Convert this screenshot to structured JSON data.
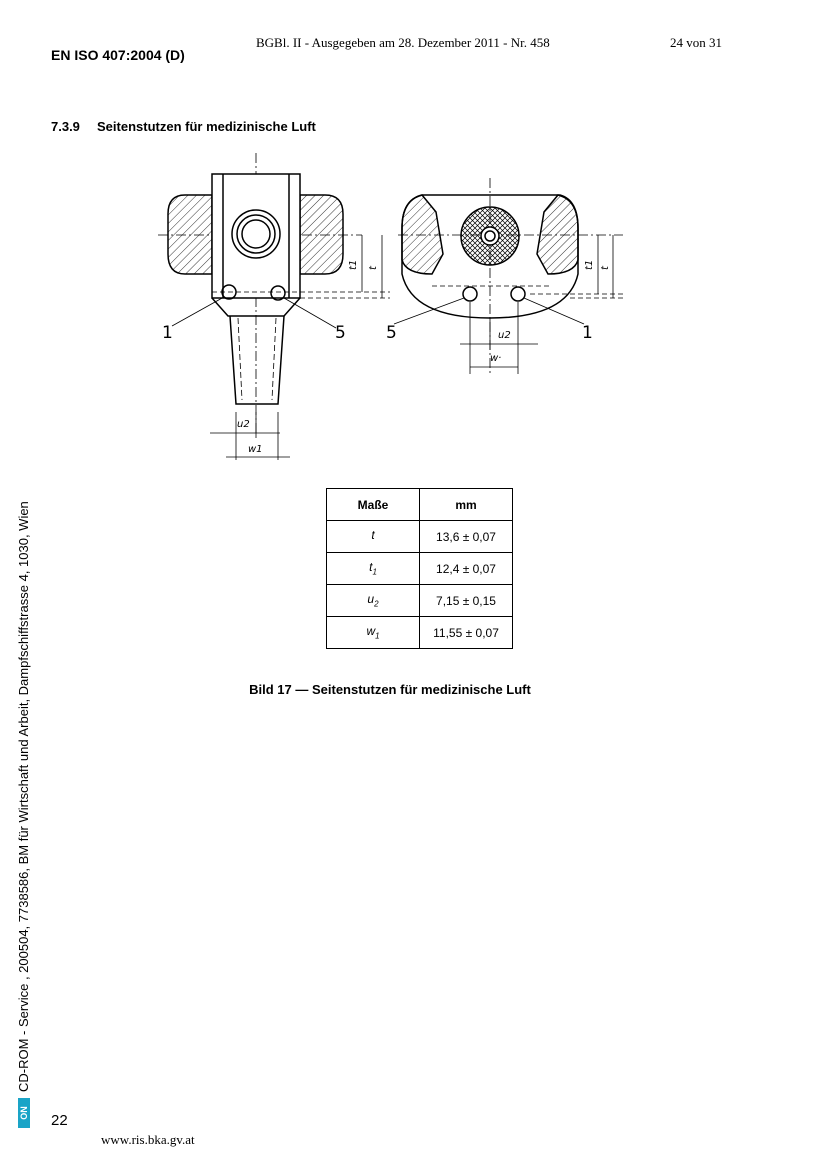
{
  "header": {
    "gazette": "BGBl. II - Ausgegeben am 28. Dezember 2011 - Nr. 458",
    "page_of": "24 von 31",
    "doc_id": "EN ISO 407:2004 (D)"
  },
  "section": {
    "number": "7.3.9",
    "title": "Seitenstutzen für medizinische Luft"
  },
  "figure": {
    "left_labels": {
      "item1": "1",
      "item5": "5",
      "u2": "u2",
      "w1": "w1",
      "t1": "t1",
      "t": "t"
    },
    "right_labels": {
      "item5": "5",
      "item1": "1",
      "u2": "u2",
      "w1": "w·",
      "t1": "t1",
      "t": "t"
    }
  },
  "table": {
    "headers": [
      "Maße",
      "mm"
    ],
    "rows": [
      {
        "symbol": "t",
        "sub": "",
        "value": "13,6 ± 0,07"
      },
      {
        "symbol": "t",
        "sub": "1",
        "value": "12,4 ± 0,07"
      },
      {
        "symbol": "u",
        "sub": "2",
        "value": "7,15 ± 0,15"
      },
      {
        "symbol": "w",
        "sub": "1",
        "value": "11,55 ± 0,07"
      }
    ]
  },
  "caption": "Bild 17 — Seitenstutzen für medizinische Luft",
  "sidebar": {
    "logo": "ON",
    "text": "CD-ROM - Service , 200504, 7738586, BM für Wirtschaft und Arbeit, Dampfschiffstrasse 4, 1030, Wien"
  },
  "footer": {
    "page_number": "22",
    "url": "www.ris.bka.gv.at"
  }
}
